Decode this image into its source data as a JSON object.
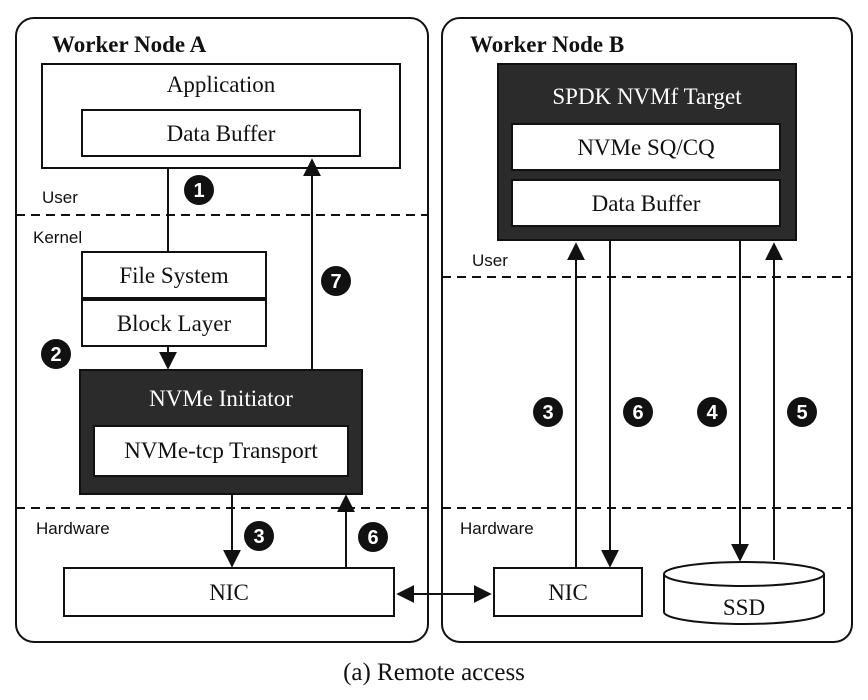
{
  "node_a": {
    "title": "Worker Node A",
    "application": "Application",
    "data_buffer": "Data Buffer",
    "user_label": "User",
    "kernel_label": "Kernel",
    "file_system": "File System",
    "block_layer": "Block Layer",
    "nvme_initiator": "NVMe Initiator",
    "nvme_tcp_transport": "NVMe-tcp Transport",
    "hardware_label": "Hardware",
    "nic": "NIC"
  },
  "node_b": {
    "title": "Worker Node B",
    "spdk_target": "SPDK NVMf Target",
    "nvme_sq_cq": "NVMe SQ/CQ",
    "data_buffer": "Data Buffer",
    "user_label": "User",
    "hardware_label": "Hardware",
    "nic": "NIC",
    "ssd": "SSD"
  },
  "steps": {
    "a1": "1",
    "a2": "2",
    "a7": "7",
    "a3": "3",
    "a6": "6",
    "b3": "3",
    "b6": "6",
    "b4": "4",
    "b5": "5"
  },
  "caption": "(a) Remote access",
  "colors": {
    "dark_box": "#2b2b2b",
    "line": "#111111",
    "background": "#ffffff"
  }
}
